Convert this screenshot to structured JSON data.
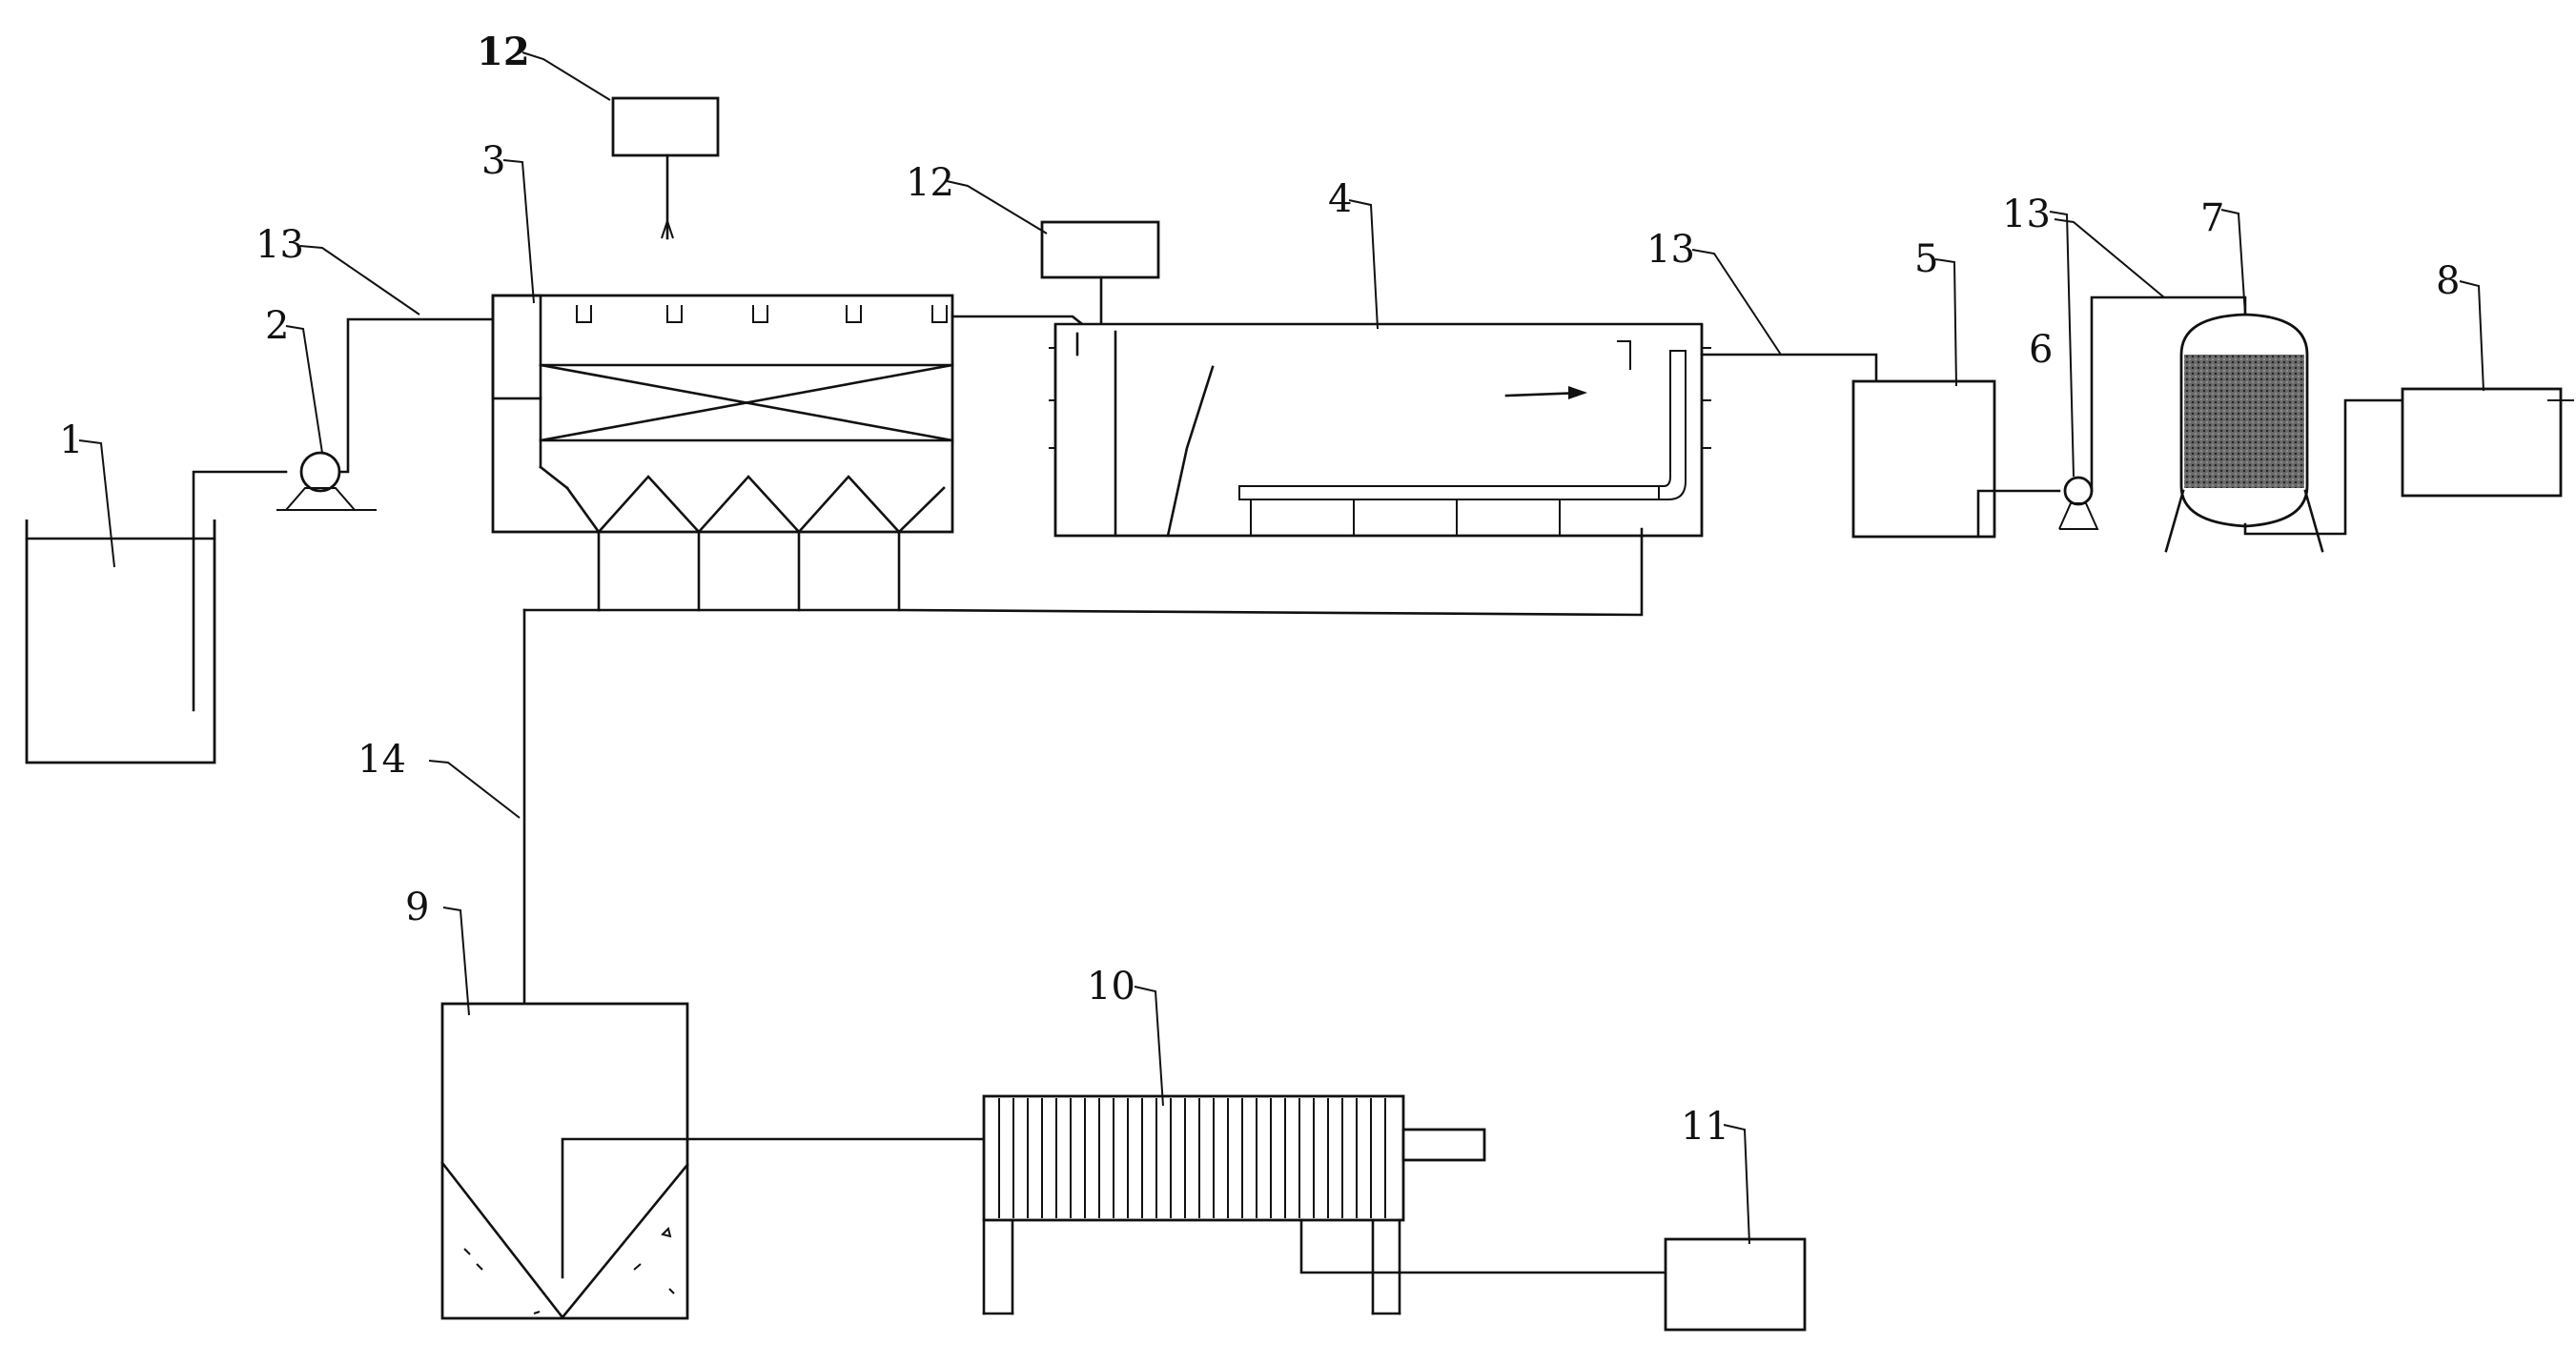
{
  "labels": {
    "n1": "1",
    "n2": "2",
    "n3": "3",
    "n4": "4",
    "n5": "5",
    "n6": "6",
    "n7": "7",
    "n8": "8",
    "n9": "9",
    "n10": "10",
    "n11": "11",
    "n12a": "12",
    "n12b": "12",
    "n13a": "13",
    "n13b": "13",
    "n13c": "13",
    "n14": "14"
  },
  "colors": {
    "stroke": "#111111",
    "background": "#ffffff",
    "media_fill": "#555555"
  }
}
